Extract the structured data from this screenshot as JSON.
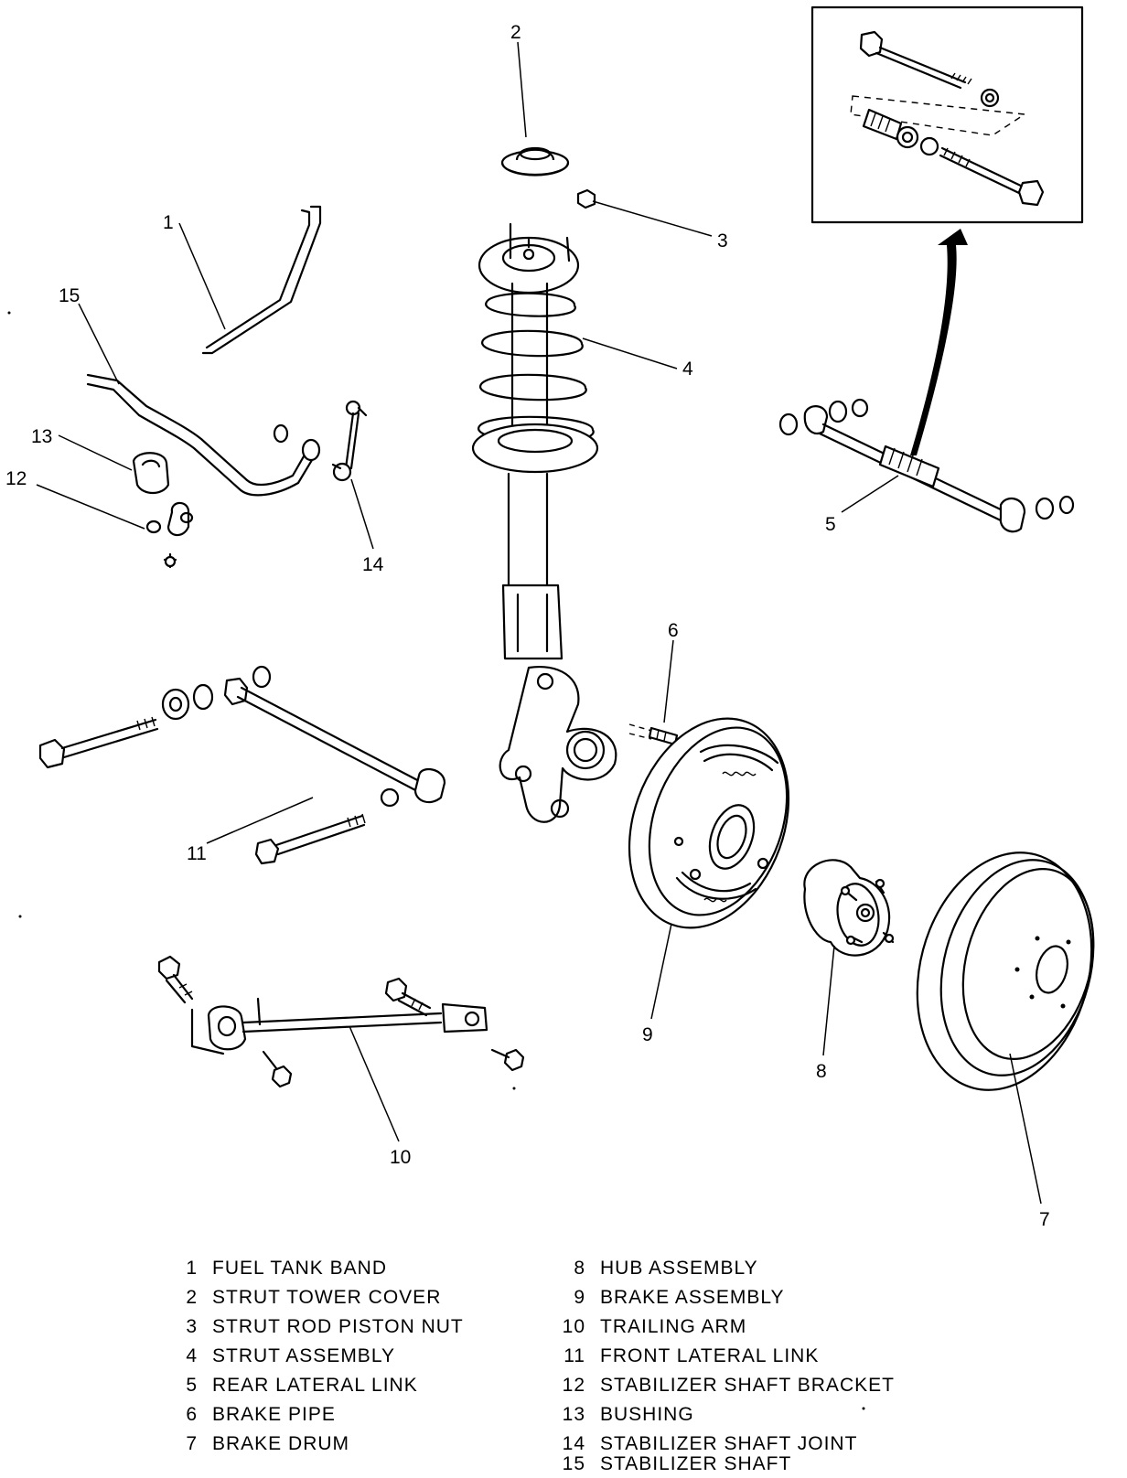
{
  "callouts": [
    {
      "id": 1,
      "text": "1"
    },
    {
      "id": 2,
      "text": "2"
    },
    {
      "id": 3,
      "text": "3"
    },
    {
      "id": 4,
      "text": "4"
    },
    {
      "id": 5,
      "text": "5"
    },
    {
      "id": 6,
      "text": "6"
    },
    {
      "id": 7,
      "text": "7"
    },
    {
      "id": 8,
      "text": "8"
    },
    {
      "id": 9,
      "text": "9"
    },
    {
      "id": 10,
      "text": "10"
    },
    {
      "id": 11,
      "text": "11"
    },
    {
      "id": 12,
      "text": "12"
    },
    {
      "id": 13,
      "text": "13"
    },
    {
      "id": 14,
      "text": "14"
    },
    {
      "id": 15,
      "text": "15"
    }
  ],
  "legend": [
    {
      "num": "1",
      "label": "FUEL TANK BAND"
    },
    {
      "num": "2",
      "label": "STRUT TOWER COVER"
    },
    {
      "num": "3",
      "label": "STRUT ROD PISTON NUT"
    },
    {
      "num": "4",
      "label": "STRUT ASSEMBLY"
    },
    {
      "num": "5",
      "label": "REAR LATERAL LINK"
    },
    {
      "num": "6",
      "label": "BRAKE PIPE"
    },
    {
      "num": "7",
      "label": "BRAKE DRUM"
    },
    {
      "num": "8",
      "label": "HUB ASSEMBLY"
    },
    {
      "num": "9",
      "label": "BRAKE ASSEMBLY"
    },
    {
      "num": "10",
      "label": "TRAILING ARM"
    },
    {
      "num": "11",
      "label": "FRONT LATERAL LINK"
    },
    {
      "num": "12",
      "label": "STABILIZER SHAFT BRACKET"
    },
    {
      "num": "13",
      "label": "BUSHING"
    },
    {
      "num": "14",
      "label": "STABILIZER SHAFT JOINT"
    },
    {
      "num": "15",
      "label": "STABILIZER SHAFT"
    }
  ]
}
